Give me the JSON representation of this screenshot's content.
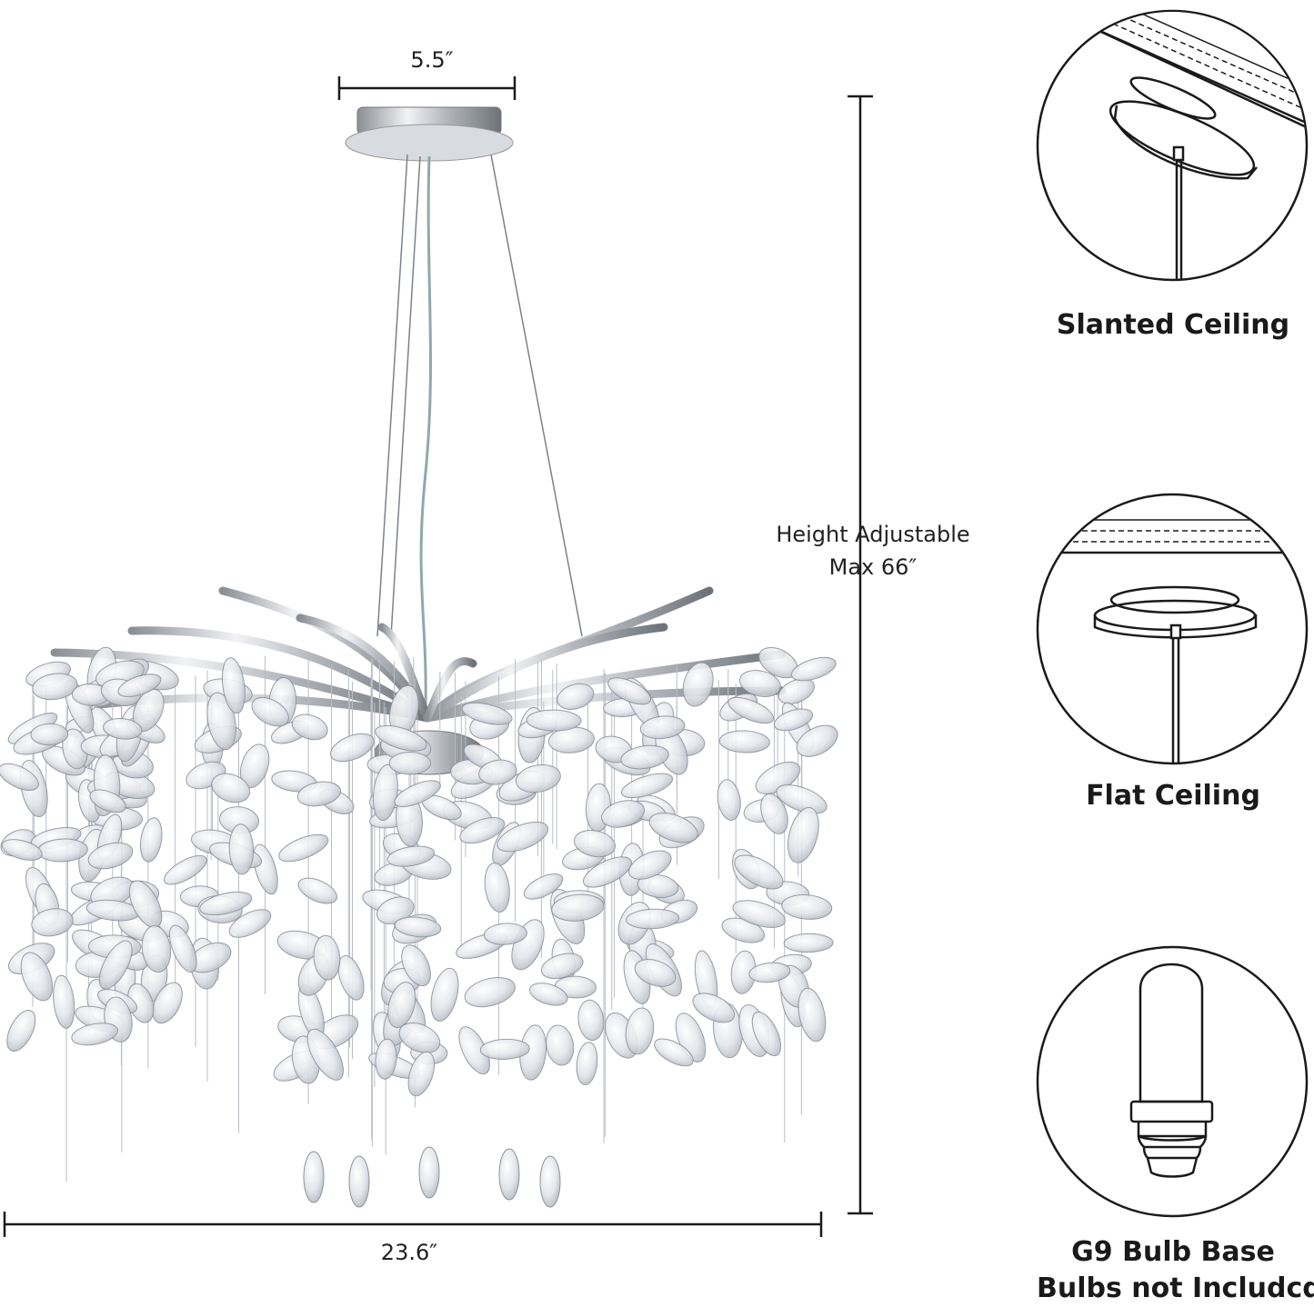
{
  "dimensions": {
    "canopy_width": "5.5″",
    "fixture_width": "23.6″",
    "height_line1": "Height Adjustable",
    "height_line2": "Max 66″"
  },
  "panels": [
    {
      "icon": "slanted-ceiling-icon",
      "caption": "Slanted Ceiling"
    },
    {
      "icon": "flat-ceiling-icon",
      "caption": "Flat Ceiling"
    },
    {
      "icon": "g9-bulb-icon",
      "caption_line1": "G9 Bulb Base",
      "caption_line2": "Bulbs not Includcd"
    }
  ],
  "colors": {
    "line": "#1a1a1a",
    "chrome": "#c9ccd0",
    "crystal": "#e6e9ee"
  }
}
